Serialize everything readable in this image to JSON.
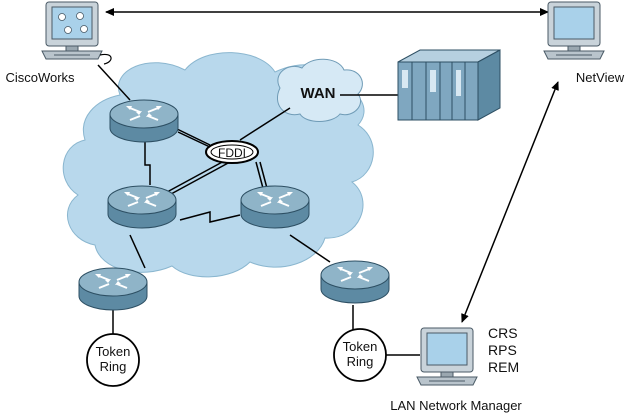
{
  "diagram": {
    "labels": {
      "ciscoworks": "CiscoWorks",
      "netview": "NetView",
      "wan": "WAN",
      "fddi": "FDDI",
      "lan_manager": "LAN Network Manager",
      "lan_manager_functions": [
        "CRS",
        "RPS",
        "REM"
      ],
      "token_ring": [
        "Token",
        "Ring"
      ]
    },
    "colors": {
      "cloud": "#b8d8ec",
      "router_top": "#8fb4c8",
      "router_side": "#5d8aa3",
      "monitor_body": "#c9d3da",
      "monitor_screen": "#a9d1ea",
      "mainframe": "#7fa7c0",
      "line": "#000000"
    },
    "nodes": [
      {
        "id": "ciscoworks-workstation",
        "icon": "workstation-icon"
      },
      {
        "id": "netview-workstation",
        "icon": "workstation-icon"
      },
      {
        "id": "lan-manager-workstation",
        "icon": "workstation-icon"
      },
      {
        "id": "mainframe",
        "icon": "mainframe-icon"
      },
      {
        "id": "router-top-left",
        "icon": "router-icon"
      },
      {
        "id": "router-middle-left",
        "icon": "router-icon"
      },
      {
        "id": "router-middle-right",
        "icon": "router-icon"
      },
      {
        "id": "router-bottom-left",
        "icon": "router-icon"
      },
      {
        "id": "router-bottom-right",
        "icon": "router-icon"
      },
      {
        "id": "token-ring-left",
        "icon": "token-ring-icon"
      },
      {
        "id": "token-ring-right",
        "icon": "token-ring-icon"
      }
    ]
  }
}
